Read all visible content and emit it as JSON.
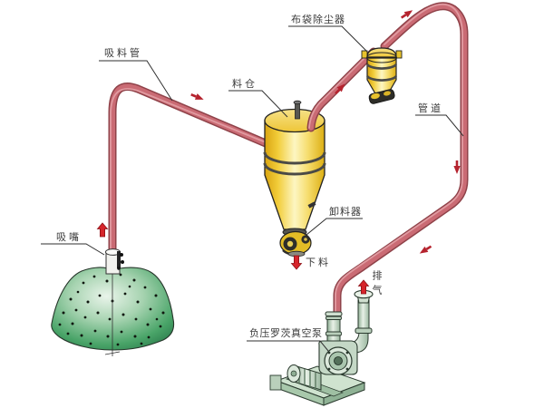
{
  "diagram": {
    "type": "negative-pressure pneumatic conveying system",
    "labels": {
      "suction_pipe": "吸料管",
      "hopper": "料仓",
      "bag_dust_collector": "布袋除尘器",
      "pipeline": "管道",
      "suction_nozzle": "吸嘴",
      "discharger": "卸料器",
      "material_discharge": "下料",
      "exhaust": "排气",
      "vacuum_pump": "负压罗茨真空泵"
    },
    "flow_arrows": [
      {
        "name": "suction-pipe-flow",
        "direction": "right-down"
      },
      {
        "name": "hopper-to-collector-flow",
        "direction": "up-right"
      },
      {
        "name": "collector-outlet-flow",
        "direction": "up-right"
      },
      {
        "name": "pipeline-down-flow",
        "direction": "down"
      },
      {
        "name": "pipeline-to-pump-flow",
        "direction": "down-left"
      },
      {
        "name": "nozzle-suction-flow",
        "direction": "up"
      },
      {
        "name": "material-discharge-flow",
        "direction": "down"
      },
      {
        "name": "exhaust-flow",
        "direction": "up"
      }
    ],
    "colors": {
      "pipe": "#c96b74",
      "pipe_edge": "#8f4249",
      "vessel_yellow": "#f2cd3a",
      "material_green": "#3f9e63",
      "pump_green": "#b9cfbb",
      "arrow_red": "#c2242e",
      "label_text": "#3a3a3a",
      "background": "#ffffff"
    }
  }
}
